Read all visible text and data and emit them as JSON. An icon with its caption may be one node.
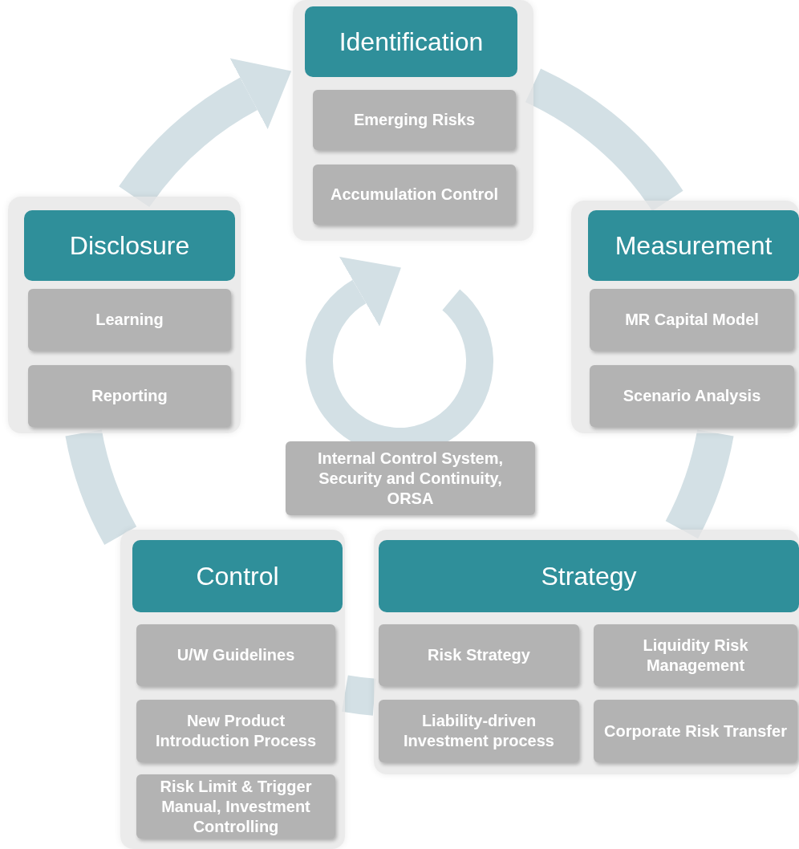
{
  "diagram": {
    "nodes": [
      {
        "text": [
          "Identification"
        ]
      },
      {
        "text": [
          "Emerging Risks"
        ],
        "in": 0
      },
      {
        "text": [
          "Accumulation Control"
        ],
        "in": 0
      },
      {
        "text": [
          "Measurement"
        ]
      },
      {
        "text": [
          "MR Capital Model"
        ],
        "in": 3
      },
      {
        "text": [
          "Scenario Analysis"
        ],
        "in": 3
      },
      {
        "text": [
          "Strategy"
        ]
      },
      {
        "text": [
          "Risk Strategy"
        ],
        "in": 6
      },
      {
        "text": [
          "Liquidity Risk Management"
        ],
        "in": 6
      },
      {
        "text": [
          "Liability-driven Investment process"
        ],
        "in": 6
      },
      {
        "text": [
          "Corporate Risk Transfer"
        ],
        "in": 6
      },
      {
        "text": [
          "Control"
        ]
      },
      {
        "text": [
          "U/W Guidelines"
        ],
        "in": 11
      },
      {
        "text": [
          "New Product Introduction Process"
        ],
        "in": 11
      },
      {
        "text": [
          "Risk Limit & Trigger Manual, Investment Controlling"
        ],
        "in": 11
      },
      {
        "text": [
          "Disclosure"
        ]
      },
      {
        "text": [
          "Learning"
        ],
        "in": 15
      },
      {
        "text": [
          "Reporting"
        ],
        "in": 15
      },
      {
        "text": [
          "Internal Control System, Security and Continuity, ORSA"
        ]
      }
    ],
    "edges": [
      {
        "from": 0,
        "to": 3,
        "arrow": "none"
      },
      {
        "from": 3,
        "to": 6,
        "arrow": "none"
      },
      {
        "from": 6,
        "to": 11,
        "arrow": "none"
      },
      {
        "from": 11,
        "to": 15,
        "arrow": "none"
      },
      {
        "from": 15,
        "to": 0,
        "arrow": "to"
      }
    ]
  }
}
